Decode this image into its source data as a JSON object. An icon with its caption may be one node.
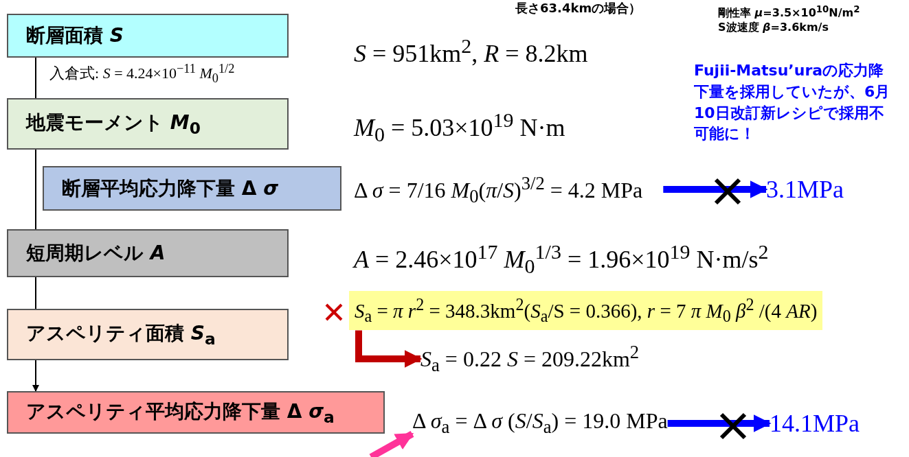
{
  "diagram": {
    "nodes": [
      {
        "text": [
          "断層面積 *S*"
        ]
      },
      {
        "text": [
          "地震モーメント *M*$_{0}$"
        ]
      },
      {
        "text": [
          "断層平均応力降下量 Δ *σ*"
        ]
      },
      {
        "text": [
          "短周期レベル *A*"
        ]
      },
      {
        "text": [
          "*S*$_{a}$ = *π r*$^{2}$ = 348.3km$^{2}$(*S*$_{a}$/S = 0.366), *r* = 7 *π M*$_{0}$ *β*$^{2}$ /(4 *AR*)"
        ]
      },
      {
        "text": [
          "アスペリティ面積 *S*$_{a}$"
        ]
      },
      {
        "text": [
          "*S*$_{a}$ = 0.22 *S* = 209.22km$^{2}$"
        ]
      },
      {
        "text": [
          "Δ *σ* = 7/16 *M*$_{0}$(*π*/*S*)$^{3/2}$ = 4.2 MPa"
        ]
      },
      {
        "text": [
          "3.1MPa"
        ]
      },
      {
        "text": [
          "アスペリティ平均応力降下量 Δ *σ*$_{a}$"
        ]
      },
      {
        "text": [
          "Δ *σ*$_{a}$ = Δ *σ* (*S*/*S*$_{a}$) = 19.0 MPa"
        ]
      },
      {
        "text": [
          "14.1MPa"
        ]
      }
    ],
    "edges": [
      {
        "from": 0,
        "to": 1,
        "arrow": "none",
        "label": "入倉式: *S* = 4.24×10$^{−11}$ *M*$_{0}$$^{1/2}$"
      },
      {
        "from": 1,
        "to": 3,
        "arrow": "none"
      },
      {
        "from": 3,
        "to": 5,
        "arrow": "none"
      },
      {
        "from": 5,
        "to": 9,
        "arrow": "to"
      },
      {
        "from": 4,
        "to": 6,
        "arrow": "to",
        "style": "thick",
        "color": "#c00000"
      },
      {
        "from": 7,
        "to": 8,
        "arrow": "to",
        "style": "thick",
        "color": "#0000ff"
      },
      {
        "from": 10,
        "to": 11,
        "arrow": "to",
        "style": "thick",
        "color": "#0000ff"
      },
      {
        "from": null,
        "to": 10,
        "arrow": "to",
        "style": "thick",
        "color": "#ff3399"
      }
    ],
    "labels": [
      "長さ63.4kmの場合）",
      "剛性率 *μ*=3.5×10$^{10}$N/m$^{2}$",
      "S波速度 *β*=3.6km/s",
      "*S* = 951km$^{2}$,  *R* = 8.2km",
      "Fujii-Matsu’uraの応力降下量を採用していたが、6月10日改訂新レシピで採用不可能に！",
      "*M*$_{0}$ = 5.03×10$^{19}$ N·m",
      "*A* = 2.46×10$^{17}$ *M*$_{0}$$^{1/3}$ = 1.96×10$^{19}$ N·m/s$^{2}$"
    ]
  }
}
